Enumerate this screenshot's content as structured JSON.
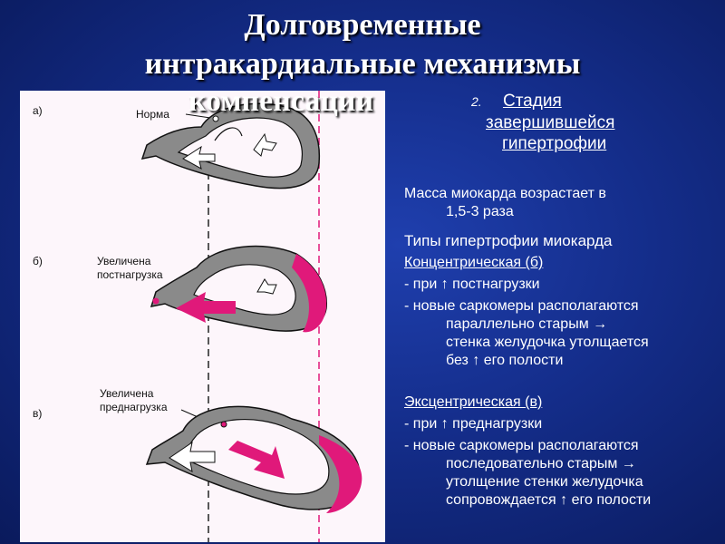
{
  "title": {
    "line1": "Долговременные",
    "line2": "интракардиальные механизмы",
    "line3": "компенсации"
  },
  "stage": {
    "number": "2.",
    "heading_line1": "Стадия",
    "heading_line2": "завершившейся",
    "heading_line3": "гипертрофии"
  },
  "text": {
    "mass_line1": "Масса миокарда возрастает в",
    "mass_line2": "1,5-3 раза",
    "types_heading": "Типы гипертрофии миокарда",
    "concentric": {
      "title": "Концентрическая (б)",
      "item1": "- при ↑ постнагрузки",
      "item2_line1": "- новые саркомеры располагаются",
      "item2_line2": "параллельно старым →",
      "item2_line3": "стенка желудочка утолщается",
      "item2_line4": "без ↑ его полости"
    },
    "eccentric": {
      "title": "Эксцентрическая (в)",
      "item1": "- при ↑ преднагрузки",
      "item2_line1": "- новые саркомеры располагаются",
      "item2_line2": "последовательно старым →",
      "item2_line3": "утолщение стенки желудочка",
      "item2_line4": "сопровождается ↑ его полости"
    }
  },
  "figure": {
    "label_a": "а)",
    "label_b": "б)",
    "label_v": "в)",
    "norm": "Норма",
    "afterload_line1": "Увеличена",
    "afterload_line2": "постнагрузка",
    "preload_line1": "Увеличена",
    "preload_line2": "преднагрузка"
  },
  "colors": {
    "magenta": "#e0197a",
    "wall_gray": "#8a8a8a",
    "panel_bg": "#fdf6fb"
  }
}
